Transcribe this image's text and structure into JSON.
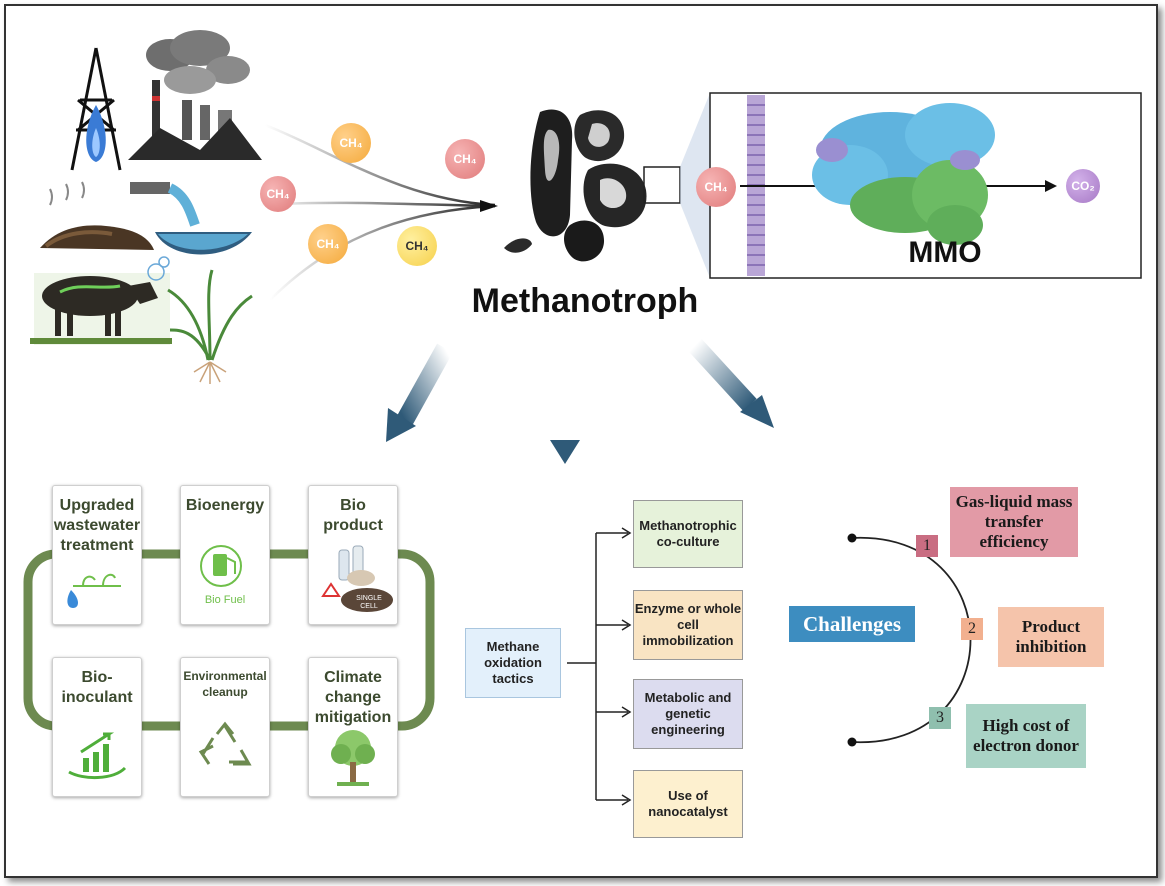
{
  "central_label": "Methanotroph",
  "enzyme_label": "MMO",
  "molecules": {
    "ch4": "CH₄",
    "co2": "CO₂"
  },
  "illustration_labels": {
    "biofuel": "Bio Fuel",
    "single_cell": "SINGLE CELL"
  },
  "applications": [
    {
      "label": "Upgraded wastewater treatment",
      "icon": "water-drop-plant-icon"
    },
    {
      "label": "Bioenergy",
      "icon": "biofuel-pump-icon"
    },
    {
      "label": "Bio product",
      "icon": "bottles-icon"
    },
    {
      "label": "Bio-inoculant",
      "icon": "growth-chart-icon"
    },
    {
      "label": "Environmental cleanup",
      "icon": "recycle-icon"
    },
    {
      "label": "Climate change mitigation",
      "icon": "tree-icon"
    }
  ],
  "tactics": {
    "root": "Methane oxidation tactics",
    "items": [
      {
        "label": "Methanotrophic co-culture",
        "color": "#e6f2da"
      },
      {
        "label": "Enzyme or whole cell immobilization",
        "color": "#f9e4c3"
      },
      {
        "label": "Metabolic and genetic engineering",
        "color": "#dcdcef"
      },
      {
        "label": "Use of nanocatalyst",
        "color": "#fdf0cf"
      }
    ]
  },
  "challenges": {
    "title": "Challenges",
    "items": [
      {
        "num": "1",
        "label": "Gas-liquid mass transfer efficiency",
        "color": "#e29aa6",
        "num_color": "#c96d82"
      },
      {
        "num": "2",
        "label": "Product inhibition",
        "color": "#f5c4ab",
        "num_color": "#f2b08f"
      },
      {
        "num": "3",
        "label": "High cost of electron donor",
        "color": "#a9d3c5",
        "num_color": "#8fbfae"
      }
    ]
  },
  "colors": {
    "loop": "#6d8a50",
    "arrow": "#2f5a78",
    "challenges_bg": "#3d8dc0",
    "ch4_orange": "#f4a93a",
    "ch4_red": "#e07a7a",
    "ch4_yellow": "#f6d04a",
    "co2_purple": "#a678c5"
  }
}
